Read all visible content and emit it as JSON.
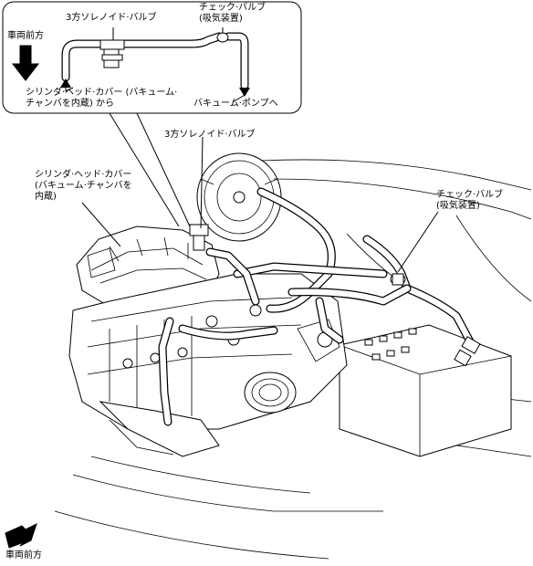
{
  "inset": {
    "solenoid_label": "3方ソレノイド·バルブ",
    "check_valve_label": "チェック·バルブ\n(吸気装置)",
    "forward_label": "車両前方",
    "from_label": "シリンダ·ヘッド·カバー (バキューム·\nチャンバを内蔵) から",
    "to_label": "バキューム·ポンプへ"
  },
  "main": {
    "solenoid_label": "3方ソレノイド·バルブ",
    "head_cover_label": "シリンダ·ヘッド·カバー\n(バキューム·チャンバを\n内蔵)",
    "check_valve_label": "チェック·バルブ\n(吸気装置)",
    "forward_label": "車両前方"
  }
}
